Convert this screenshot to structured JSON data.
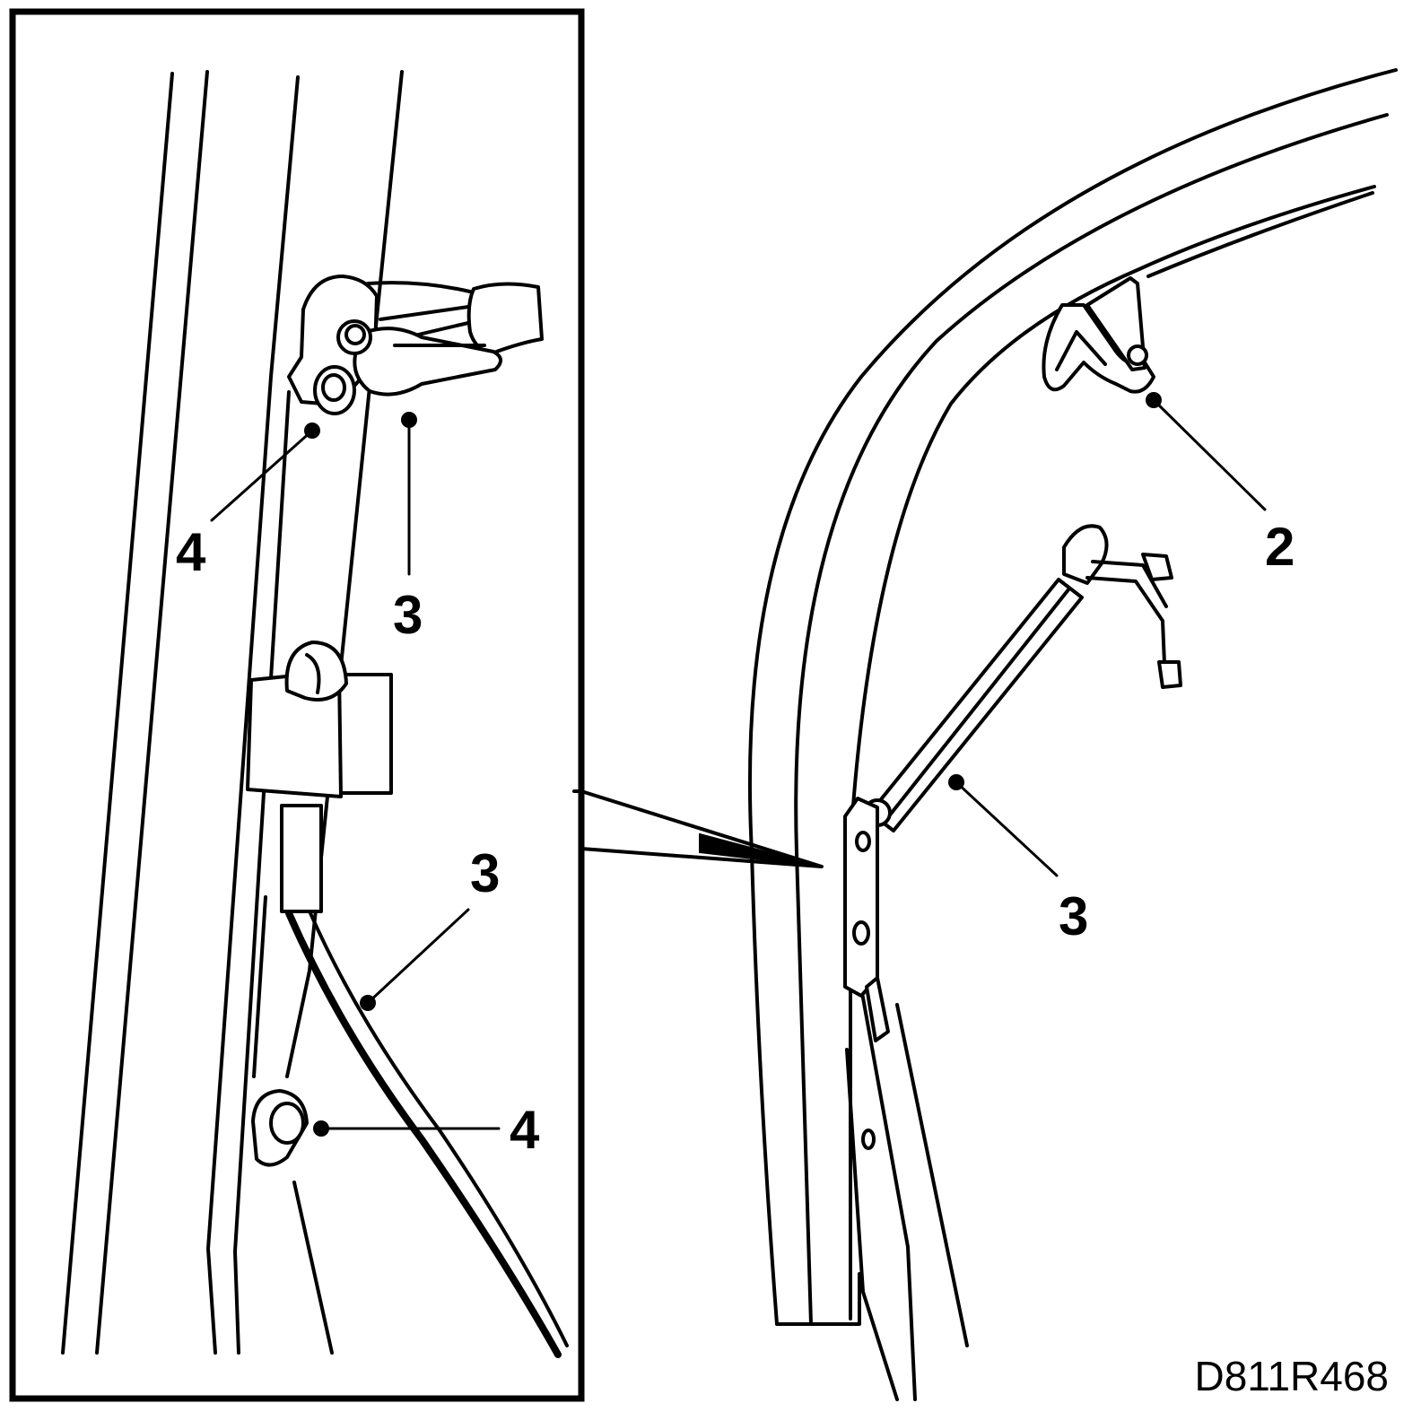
{
  "callouts": {
    "inset_four_upper": "4",
    "inset_three_upper": "3",
    "inset_three_lower": "3",
    "inset_four_lower": "4",
    "main_two": "2",
    "main_three": "3"
  },
  "reference_code": "D811R468",
  "colors": {
    "line": "#000000",
    "background": "#ffffff"
  }
}
